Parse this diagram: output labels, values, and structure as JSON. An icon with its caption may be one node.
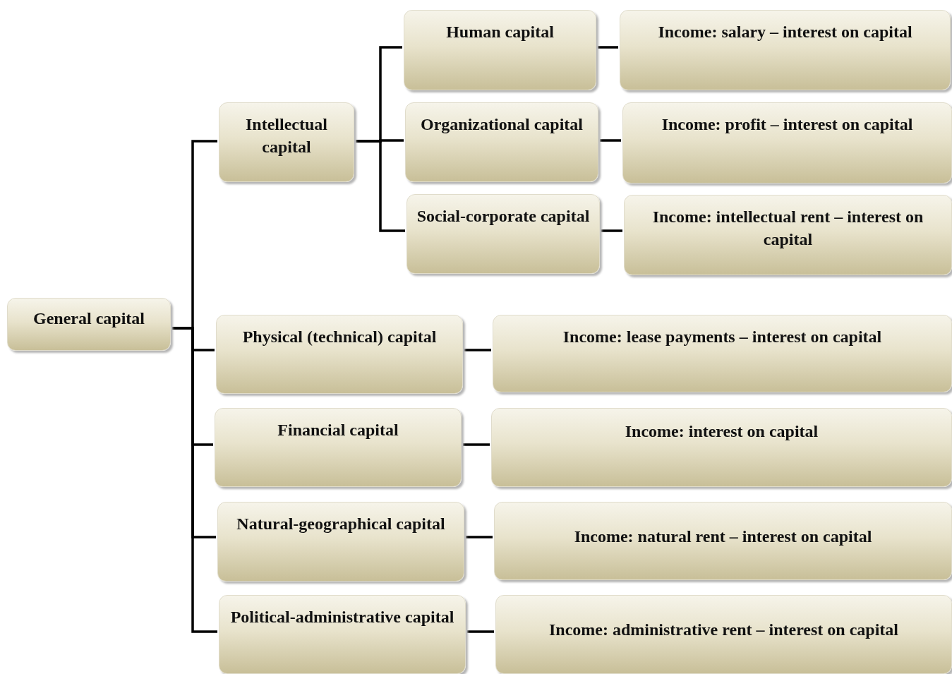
{
  "diagram": {
    "nodes": [
      {
        "text": [
          "General capital"
        ]
      },
      {
        "text": [
          "Intellectual capital"
        ]
      },
      {
        "text": [
          "Human capital"
        ]
      },
      {
        "text": [
          "Income: salary – interest on capital"
        ]
      },
      {
        "text": [
          "Organizational capital"
        ]
      },
      {
        "text": [
          "Income: profit – interest on capital"
        ]
      },
      {
        "text": [
          "Social-corporate capital"
        ]
      },
      {
        "text": [
          "Income: intellectual rent – interest on capital"
        ]
      },
      {
        "text": [
          "Physical (technical) capital"
        ]
      },
      {
        "text": [
          "Income: lease payments – interest on capital"
        ]
      },
      {
        "text": [
          "Financial capital"
        ]
      },
      {
        "text": [
          "Income: interest on capital"
        ]
      },
      {
        "text": [
          "Natural-geographical capital"
        ]
      },
      {
        "text": [
          "Income: natural rent – interest on capital"
        ]
      },
      {
        "text": [
          "Political-administrative capital"
        ]
      },
      {
        "text": [
          "Income: administrative rent – interest on capital"
        ]
      }
    ],
    "edges": [
      {
        "from": 0,
        "to": 1,
        "arrow": "none"
      },
      {
        "from": 0,
        "to": 8,
        "arrow": "none"
      },
      {
        "from": 0,
        "to": 10,
        "arrow": "none"
      },
      {
        "from": 0,
        "to": 12,
        "arrow": "none"
      },
      {
        "from": 0,
        "to": 14,
        "arrow": "none"
      },
      {
        "from": 1,
        "to": 2,
        "arrow": "none"
      },
      {
        "from": 1,
        "to": 4,
        "arrow": "none"
      },
      {
        "from": 1,
        "to": 6,
        "arrow": "none"
      },
      {
        "from": 2,
        "to": 3,
        "arrow": "none"
      },
      {
        "from": 4,
        "to": 5,
        "arrow": "none"
      },
      {
        "from": 6,
        "to": 7,
        "arrow": "none"
      },
      {
        "from": 8,
        "to": 9,
        "arrow": "none"
      },
      {
        "from": 10,
        "to": 11,
        "arrow": "none"
      },
      {
        "from": 12,
        "to": 13,
        "arrow": "none"
      },
      {
        "from": 14,
        "to": 15,
        "arrow": "none"
      }
    ]
  }
}
